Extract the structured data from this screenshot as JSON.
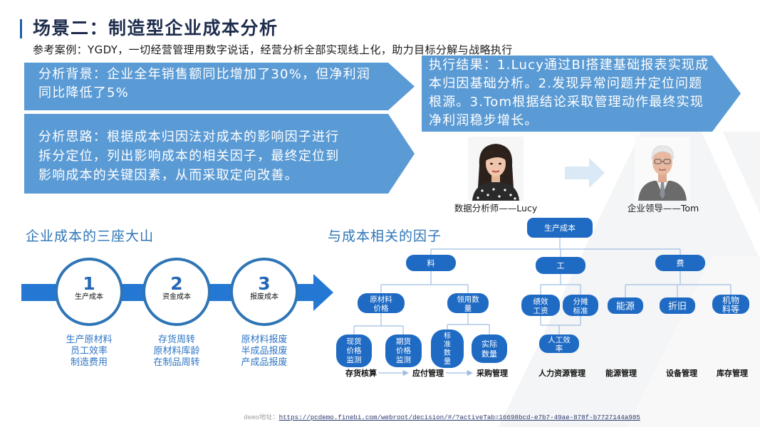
{
  "title": "场景二：制造型企业成本分析",
  "subtitle": "参考案例：YGDY，一切经营管理用数字说话，经营分析全部实现线上化，助力目标分解与战略执行",
  "background_box": {
    "lines": [
      "分析背景：企业全年销售额同比增加了30%，但净利润",
      "同比降低了5%"
    ]
  },
  "approach_box": {
    "lines": [
      "分析思路：根据成本归因法对成本的影响因子进行",
      "拆分定位，列出影响成本的相关因子，最终定位到",
      "影响成本的关键因素，从而采取定向改善。"
    ]
  },
  "result_box": {
    "lines": [
      "执行结果：1.Lucy通过BI搭建基础报表实现成",
      "本归因基础分析。2.发现异常问题并定位问题",
      "根源。3.Tom根据结论采取管理动作最终实现",
      "净利润稳步增长。"
    ]
  },
  "people": {
    "analyst_caption": "数据分析师——Lucy",
    "leader_caption": "企业领导——Tom"
  },
  "mountains": {
    "title": "企业成本的三座大山",
    "items": [
      {
        "number": "1",
        "label": "生产成本",
        "details": [
          "生产原材料",
          "员工效率",
          "制造费用"
        ]
      },
      {
        "number": "2",
        "label": "资金成本",
        "details": [
          "存货周转",
          "原材料库龄",
          "在制品周转"
        ]
      },
      {
        "number": "3",
        "label": "报废成本",
        "details": [
          "原材料报废",
          "半成品报废",
          "产成品报废"
        ]
      }
    ]
  },
  "factors": {
    "title": "与成本相关的因子",
    "root": "生产成本",
    "material": "料",
    "labor": "工",
    "expense": "费",
    "raw_material_price": [
      "原材料",
      "价格"
    ],
    "usage_quantity": [
      "领用数",
      "量"
    ],
    "performance_pay": [
      "绩效",
      "工资"
    ],
    "allocation_standard": [
      "分摊",
      "标准"
    ],
    "energy": "能源",
    "depreciation": "折旧",
    "materials_etc": [
      "机物",
      "料等"
    ],
    "spot_price_monitoring": [
      "现货",
      "价格",
      "监测"
    ],
    "futures_price_monitoring": [
      "期货",
      "价格",
      "监测"
    ],
    "standard_quantity": [
      "标",
      "准",
      "数",
      "量"
    ],
    "actual_quantity": [
      "实际",
      "数量"
    ],
    "labor_efficiency": [
      "人工效",
      "率"
    ],
    "systems": [
      "存货核算",
      "应付管理",
      "采购管理",
      "人力资源管理",
      "能源管理",
      "设备管理",
      "库存管理"
    ]
  },
  "footer": {
    "label": "demo地址：",
    "url": "https://pcdemo.finebi.com/webroot/decision/#/?activeTab=16698bcd-e7b7-49ae-878f-b7727144a985"
  },
  "icons": {
    "flow_arrow": "arrow-right-icon",
    "analyst": "person-portrait-icon",
    "leader": "person-portrait-icon"
  },
  "colors": {
    "title": "#1f2d4d",
    "title_bar": "#1f5fa8",
    "box": "#5b9bd5",
    "heading": "#2e75b6",
    "node": "#1f6bc4",
    "arrow": "#2478d4",
    "connector": "#9fbde3",
    "watermark": "#f4f5f6",
    "detail": "#2e75c6"
  }
}
